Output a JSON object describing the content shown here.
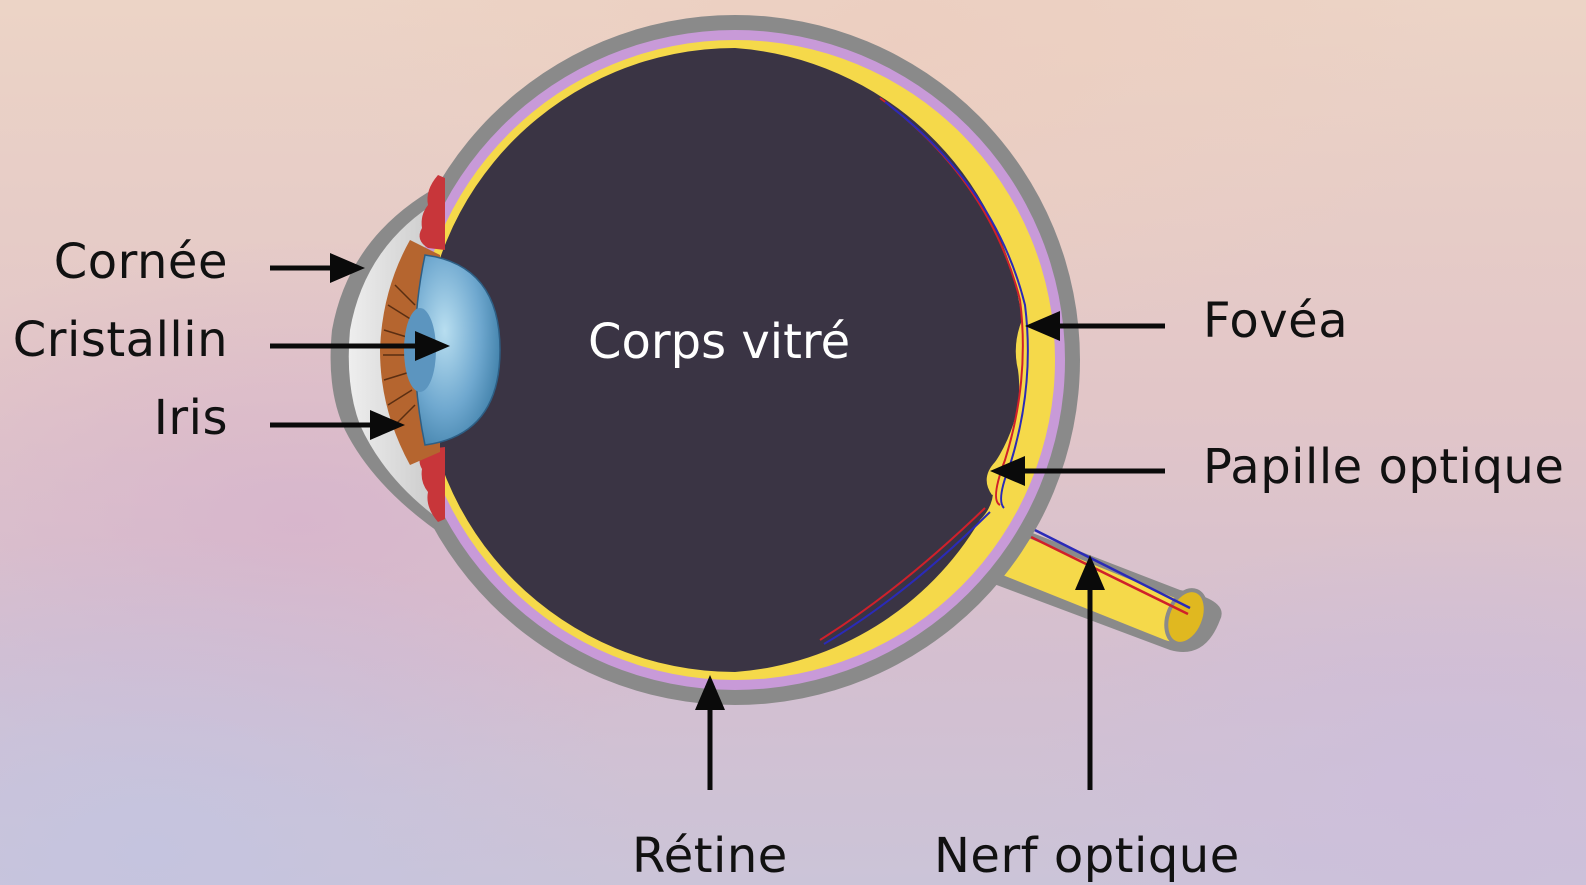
{
  "labels": {
    "cornee": "Cornée",
    "cristallin": "Cristallin",
    "iris": "Iris",
    "corps_vitre": "Corps vitré",
    "fovea": "Fovéa",
    "papille": "Papille optique",
    "retine": "Rétine",
    "nerf": "Nerf optique"
  },
  "colors": {
    "sclera": "#8a8a8a",
    "choroid": "#c89ad8",
    "retina": "#f5d94a",
    "vitreous": "#3a3444",
    "lens": "#6fa8cf",
    "iris": "#b5652f",
    "ciliary": "#c8363a",
    "cornea": "#d8d8d8",
    "arrow": "#0a0a0a"
  }
}
